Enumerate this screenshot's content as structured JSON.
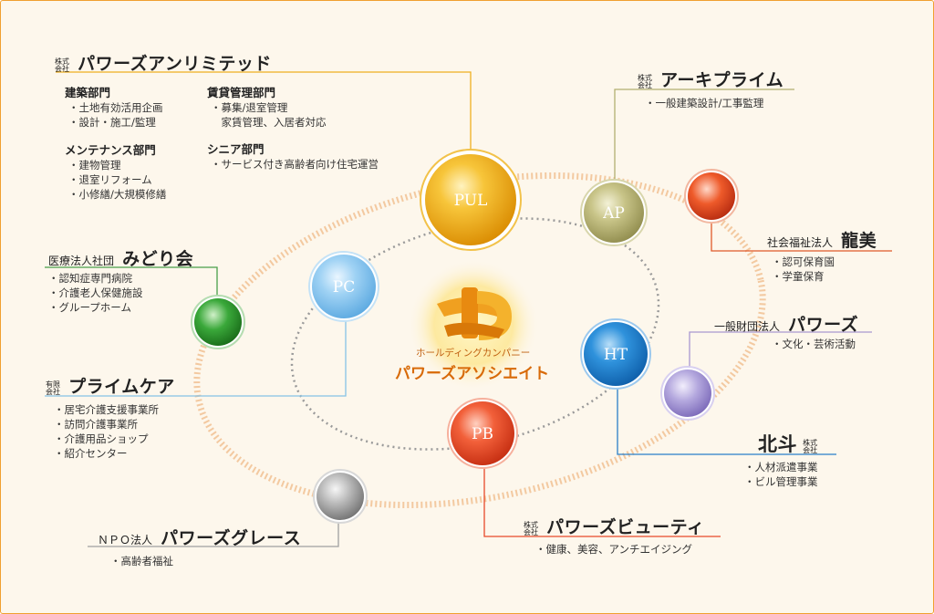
{
  "center": {
    "subtitle": "ホールディングカンパニー",
    "name": "パワーズアソシエイト"
  },
  "nodes": [
    {
      "abbr": "PUL",
      "color": "#f2a800"
    },
    {
      "abbr": "AP",
      "color": "#b9b56f"
    },
    {
      "abbr": "PC",
      "color": "#8cc6ee"
    },
    {
      "abbr": "HT",
      "color": "#1e7fd0"
    },
    {
      "abbr": "PB",
      "color": "#ee4c25"
    }
  ],
  "orbit_nodes": [
    {
      "id": "ryubi",
      "color": "#ee5522"
    },
    {
      "id": "midori",
      "color": "#2ea23a"
    },
    {
      "id": "powers-foundation",
      "color": "#a89ad6"
    },
    {
      "id": "grace",
      "color": "#a6a6a6"
    }
  ],
  "companies": {
    "pul": {
      "prefix": "株式会社",
      "name": "パワーズアンリミテッド",
      "color": "#f0b020",
      "departments": [
        {
          "title": "建築部門",
          "items": [
            "・土地有効活用企画",
            "・設計・施工/監理"
          ]
        },
        {
          "title": "メンテナンス部門",
          "items": [
            "・建物管理",
            "・退室リフォーム",
            "・小修繕/大規模修繕"
          ]
        },
        {
          "title": "賃貸管理部門",
          "items": [
            "・募集/退室管理",
            "　家賃管理、入居者対応"
          ]
        },
        {
          "title": "シニア部門",
          "items": [
            "・サービス付き高齢者向け住宅運営"
          ]
        }
      ]
    },
    "ap": {
      "prefix": "株式会社",
      "name": "アーキプライム",
      "items": [
        "・一般建築設計/工事監理"
      ],
      "color": "#b3b070"
    },
    "ryubi": {
      "prefix": "社会福祉法人",
      "name": "龍美",
      "items": [
        "・認可保育園",
        "・学童保育"
      ],
      "color": "#e05a2a"
    },
    "powers": {
      "prefix": "一般財団法人",
      "name": "パワーズ",
      "items": [
        "・文化・芸術活動"
      ],
      "color": "#a898d0"
    },
    "hokuto": {
      "name": "北斗",
      "suffix": "株式会社",
      "items": [
        "・人材派遣事業",
        "・ビル管理事業"
      ],
      "color": "#2a7fc8"
    },
    "pb": {
      "prefix": "株式会社",
      "name": "パワーズビューティ",
      "items": [
        "・健康、美容、アンチエイジング"
      ],
      "color": "#e84a2a"
    },
    "midori": {
      "prefix": "医療法人社団",
      "name": "みどり会",
      "items": [
        "・認知症専門病院",
        "・介護老人保健施設",
        "・グループホーム"
      ],
      "color": "#4aa04a"
    },
    "prime": {
      "prefix": "有限会社",
      "name": "プライムケア",
      "items": [
        "・居宅介護支援事業所",
        "・訪問介護事業所",
        "・介護用品ショップ",
        "・紹介センター"
      ],
      "color": "#86c3e6"
    },
    "grace": {
      "prefix": "ＮＰＯ法人",
      "name": "パワーズグレース",
      "items": [
        "・高齢者福祉"
      ],
      "color": "#a0a0a0"
    }
  }
}
